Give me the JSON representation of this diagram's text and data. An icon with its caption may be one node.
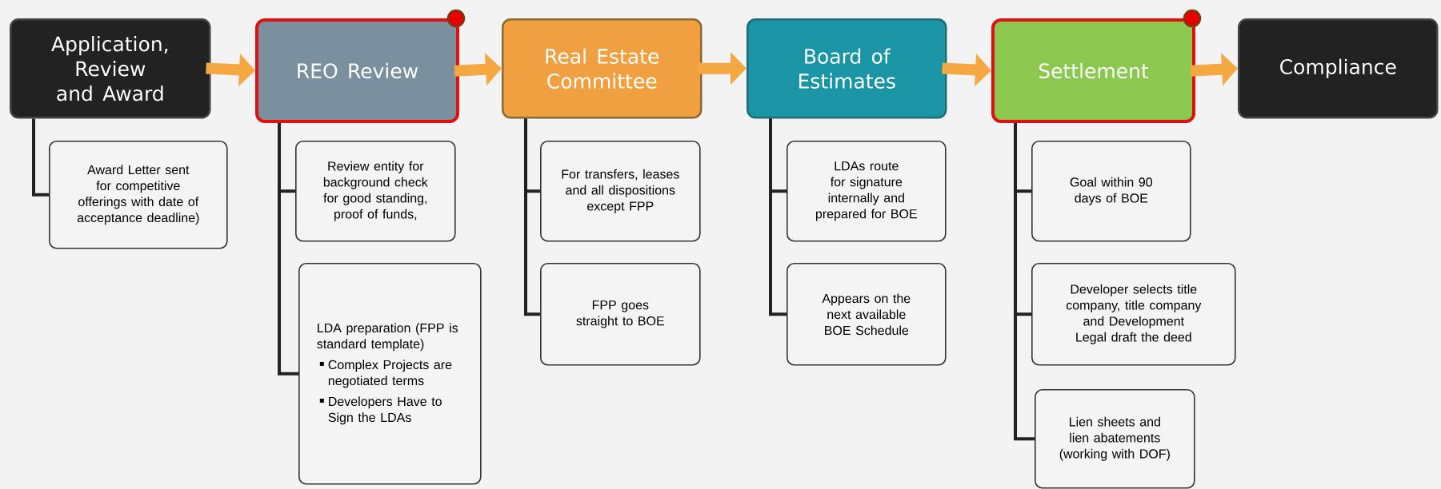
{
  "diagram": {
    "nodes": [
      {
        "text": [
          "Application, Review and Award"
        ]
      },
      {
        "text": [
          "REO Review"
        ]
      },
      {
        "text": [
          "Real Estate Committee"
        ]
      },
      {
        "text": [
          "Board of Estimates"
        ]
      },
      {
        "text": [
          "Settlement"
        ]
      },
      {
        "text": [
          "Compliance"
        ]
      },
      {
        "text": [
          "Award Letter sent for competitive offerings with date of acceptance deadline)"
        ]
      },
      {
        "text": [
          "Review entity for background check for good standing, proof of funds,"
        ]
      },
      {
        "text": [
          "LDA preparation (FPP is standard template)",
          "Complex Projects are negotiated terms",
          "Developers Have to Sign the LDAs"
        ]
      },
      {
        "text": [
          "For transfers, leases and all dispositions except FPP"
        ]
      },
      {
        "text": [
          "FPP goes straight to BOE"
        ]
      },
      {
        "text": [
          "LDAs route for signature internally and prepared for BOE"
        ]
      },
      {
        "text": [
          "Appears on the next available BOE Schedule"
        ]
      },
      {
        "text": [
          "Goal within 90 days of BOE"
        ]
      },
      {
        "text": [
          "Developer selects title company, title company and Development Legal draft the deed"
        ]
      },
      {
        "text": [
          "Lien sheets and lien abatements (working with DOF)"
        ]
      }
    ],
    "edges": [
      {
        "from": 0,
        "to": 1,
        "arrow": "to",
        "style": "thick",
        "color": "#f5a742"
      },
      {
        "from": 1,
        "to": 2,
        "arrow": "to",
        "style": "thick",
        "color": "#f5a742"
      },
      {
        "from": 2,
        "to": 3,
        "arrow": "to",
        "style": "thick",
        "color": "#f5a742"
      },
      {
        "from": 3,
        "to": 4,
        "arrow": "to",
        "style": "thick",
        "color": "#f5a742"
      },
      {
        "from": 4,
        "to": 5,
        "arrow": "to",
        "style": "thick",
        "color": "#f5a742"
      },
      {
        "from": 0,
        "to": 6,
        "arrow": "none"
      },
      {
        "from": 1,
        "to": 7,
        "arrow": "none"
      },
      {
        "from": 1,
        "to": 8,
        "arrow": "none"
      },
      {
        "from": 2,
        "to": 9,
        "arrow": "none"
      },
      {
        "from": 2,
        "to": 10,
        "arrow": "none"
      },
      {
        "from": 3,
        "to": 11,
        "arrow": "none"
      },
      {
        "from": 3,
        "to": 12,
        "arrow": "none"
      },
      {
        "from": 4,
        "to": 13,
        "arrow": "none"
      },
      {
        "from": 4,
        "to": 14,
        "arrow": "none"
      },
      {
        "from": 4,
        "to": 15,
        "arrow": "none"
      }
    ]
  }
}
